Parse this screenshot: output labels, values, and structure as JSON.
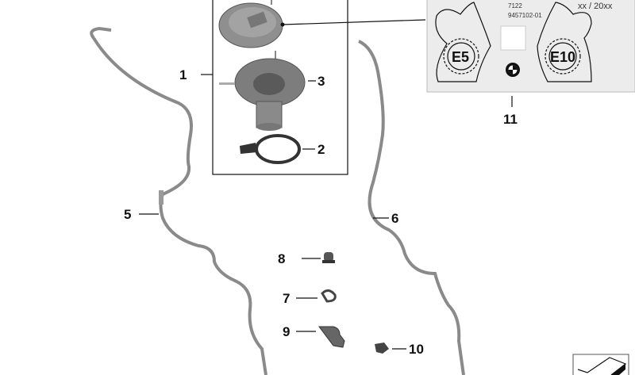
{
  "diagram": {
    "callouts": [
      {
        "id": "1"
      },
      {
        "id": "2"
      },
      {
        "id": "3"
      },
      {
        "id": "5"
      },
      {
        "id": "6"
      },
      {
        "id": "7"
      },
      {
        "id": "8"
      },
      {
        "id": "9"
      },
      {
        "id": "10"
      },
      {
        "id": "11"
      }
    ],
    "label": {
      "date": "xx / 20xx",
      "code1": "7122",
      "code2": "9457102-01",
      "left_fuel": "E5",
      "right_fuel": "E10"
    },
    "colors": {
      "line": "#111111",
      "part": "#8a8a8a",
      "label_bg": "#ececec"
    }
  }
}
